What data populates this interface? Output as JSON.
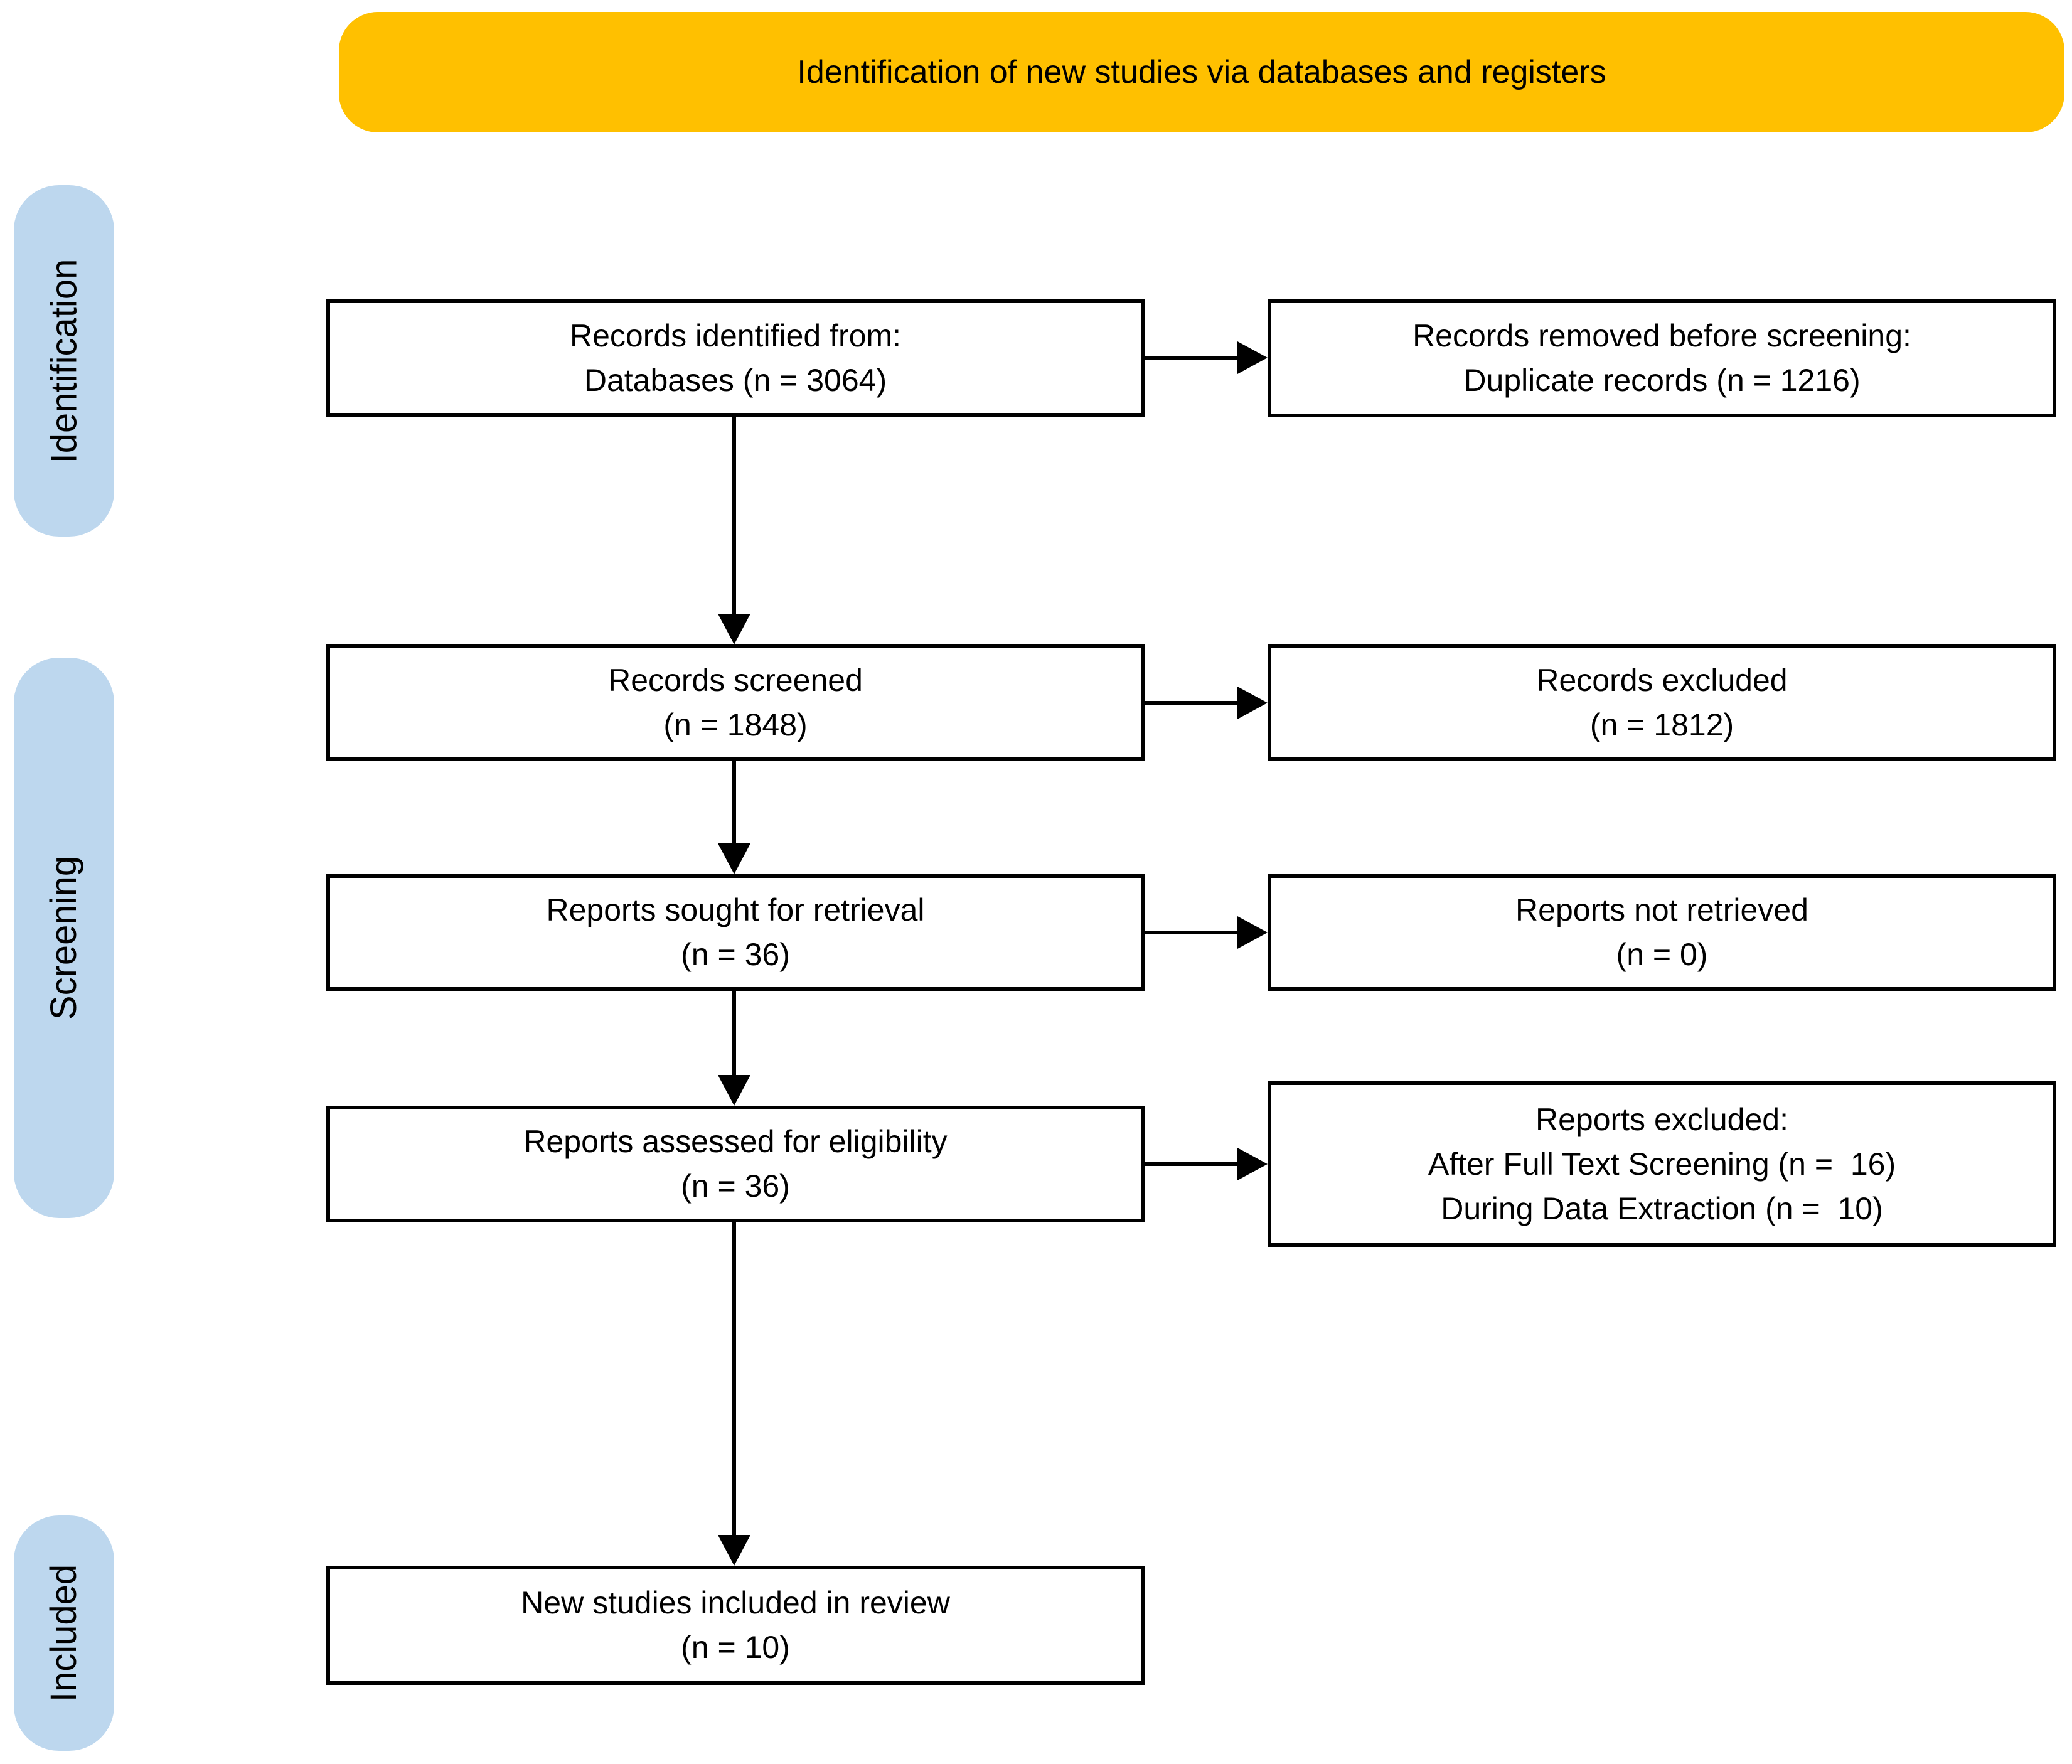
{
  "title_banner": {
    "label": "Identification of new studies via databases and registers"
  },
  "stage_labels": [
    {
      "label": "Identification"
    },
    {
      "label": "Screening"
    },
    {
      "label": "Included"
    }
  ],
  "flow": {
    "main_boxes": [
      {
        "text": "Records identified from:\nDatabases (n = 3064)"
      },
      {
        "text": "Records screened\n(n = 1848)"
      },
      {
        "text": "Reports sought for retrieval\n(n = 36)"
      },
      {
        "text": "Reports assessed for eligibility\n(n = 36)"
      },
      {
        "text": "New studies included in review\n(n = 10)"
      }
    ],
    "side_boxes": [
      {
        "text": "Records removed before screening:\nDuplicate records (n = 1216)"
      },
      {
        "text": "Records excluded\n(n = 1812)"
      },
      {
        "text": "Reports not retrieved\n(n = 0)"
      },
      {
        "text": "Reports excluded:\nAfter Full Text Screening (n =  16)\nDuring Data Extraction (n =  10)"
      }
    ]
  },
  "colors": {
    "banner_bg": "#FFC000",
    "stage_bg": "#BDD7EE",
    "box_border": "#000000",
    "text": "#000000",
    "background": "#FFFFFF"
  }
}
